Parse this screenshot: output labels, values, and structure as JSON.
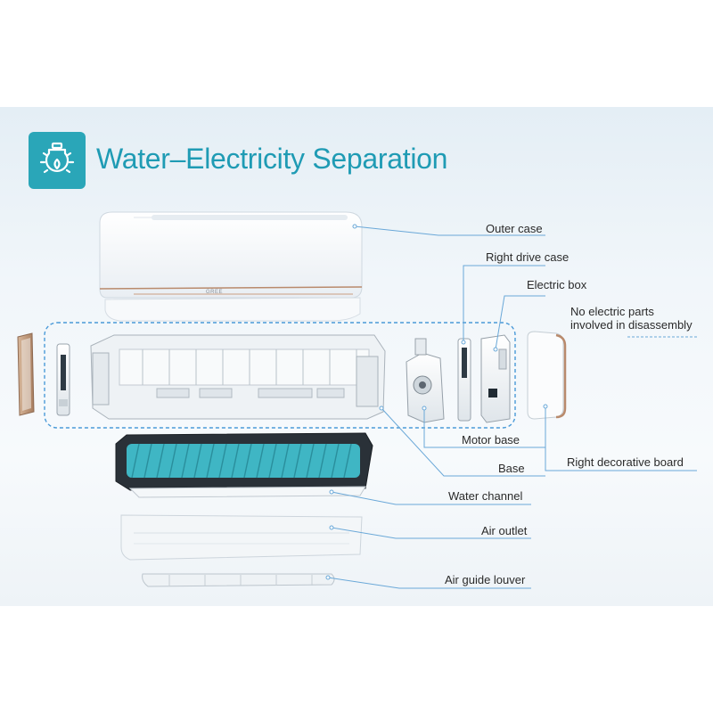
{
  "header": {
    "title": "Water–Electricity Separation",
    "icon": "water-electricity-icon",
    "accent": "#2aa6b8",
    "title_color": "#1f9bb4"
  },
  "product": {
    "brand": "GREE"
  },
  "callouts": {
    "outer_case": "Outer case",
    "right_drive_case": "Right drive case",
    "electric_box": "Electric box",
    "no_electric_line1": "No electric parts",
    "no_electric_line2": "involved in disassembly",
    "motor_base": "Motor base",
    "base": "Base",
    "right_decorative_board": "Right decorative board",
    "water_channel": "Water channel",
    "air_outlet": "Air outlet",
    "air_guide_louver": "Air guide louver"
  },
  "colors": {
    "leader_line": "#6aa8d8",
    "dashed_group": "#4a9ad8",
    "fan_blades": "#3fb6c4"
  }
}
